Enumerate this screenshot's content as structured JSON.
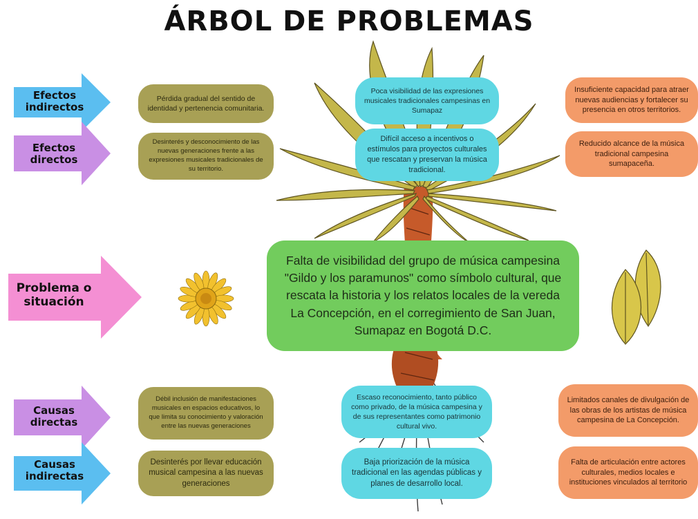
{
  "title": "ÁRBOL DE PROBLEMAS",
  "colors": {
    "arrow_blue": "#5bbef0",
    "arrow_purple": "#c98fe4",
    "arrow_pink": "#f48fd3",
    "olive": "#a8a055",
    "cyan": "#5fd7e3",
    "orange": "#f39b69",
    "green": "#72cc5d"
  },
  "labels": {
    "efectos_indirectos": "Efectos indirectos",
    "efectos_directos": "Efectos directos",
    "problema": "Problema o situación",
    "causas_directas": "Causas directas",
    "causas_indirectas": "Causas indirectas"
  },
  "effects": {
    "olive_1": "Pérdida gradual del sentido de identidad y pertenencia comunitaria.",
    "olive_2": "Desinterés y desconocimiento de las nuevas generaciones frente a las expresiones musicales tradicionales de su territorio.",
    "cyan_1": "Poca visibilidad de las expresiones musicales tradicionales campesinas en Sumapaz",
    "cyan_2": "Difícil acceso a incentivos o estímulos para proyectos culturales que rescatan y preservan la música tradicional.",
    "orange_1": "Insuficiente capacidad para atraer nuevas audiencias y fortalecer su presencia en otros territorios.",
    "orange_2": "Reducido alcance de la música tradicional campesina sumapaceña."
  },
  "problem": "Falta de visibilidad del grupo de música campesina \"Gildo y los paramunos\" como símbolo cultural, que rescata la historia y los relatos locales de la vereda La Concepción, en el corregimiento de San Juan, Sumapaz en Bogotá D.C.",
  "causes": {
    "olive_1": "Débil inclusión de manifestaciones musicales en espacios educativos, lo que limita su conocimiento y valoración entre las nuevas generaciones",
    "olive_2": "Desinterés por llevar educación musical campesina a las nuevas generaciones",
    "cyan_1": "Escaso reconocimiento, tanto público como privado, de la música campesina y de sus representantes como patrimonio cultural vivo.",
    "cyan_2": "Baja priorización de la música tradicional en las agendas públicas y planes de desarrollo local.",
    "orange_1": "Limitados canales de divulgación de las obras de los artistas de música campesina de La Concepción.",
    "orange_2": "Falta de articulación entre actores culturales, medios locales e instituciones vinculados al territorio"
  }
}
